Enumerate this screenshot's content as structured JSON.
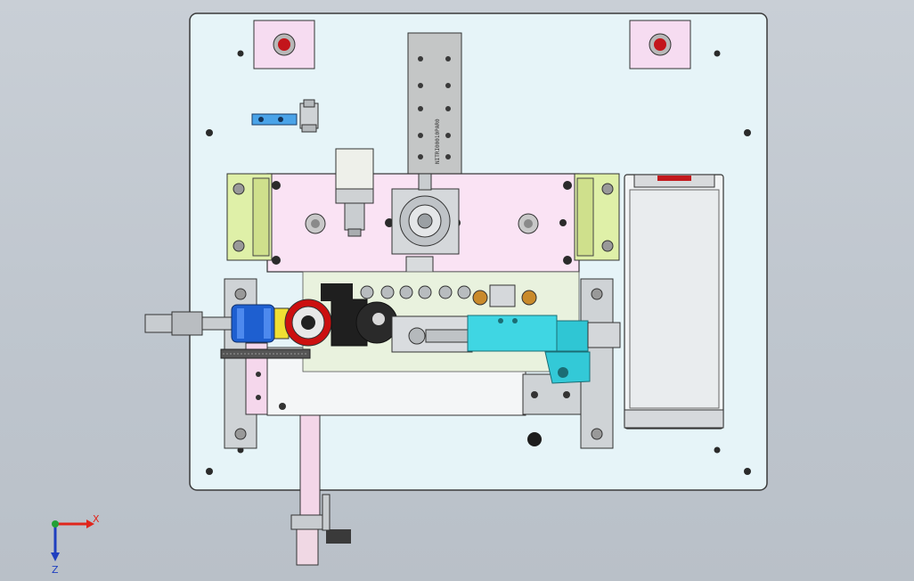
{
  "axes": {
    "x_label": "X",
    "z_label": "Z",
    "x_color": "#e0261c",
    "z_color": "#1f3fbf",
    "y_color": "#23a035"
  },
  "part_marking": "NITRI00010PAR0",
  "colors": {
    "background": "#c3cad2",
    "base_plate": "#e6f4f8",
    "pink_block": "#f9e2f3",
    "green_clamp": "#dff0a8",
    "cyan_valve": "#3fd6e3",
    "blue_fitting": "#1e5fd0",
    "red_gauge": "#cc1010",
    "gold_nut": "#c98a2b",
    "steel": "#c8ccd0",
    "dark": "#2a2a2a"
  }
}
